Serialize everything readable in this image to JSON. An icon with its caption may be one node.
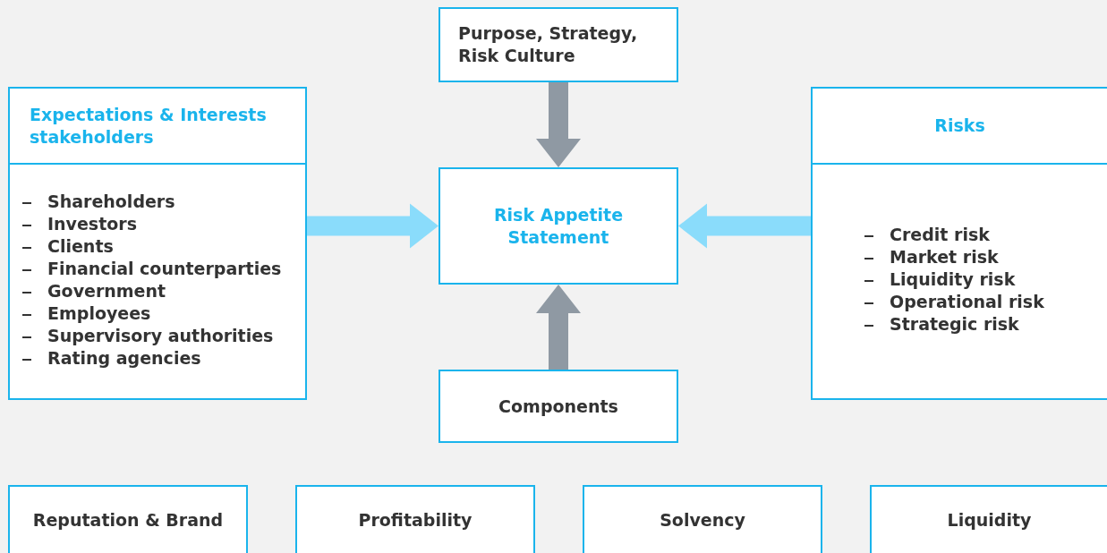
{
  "diagram": {
    "nodes": [
      {
        "text": [
          "Purpose, Strategy, Risk Culture"
        ]
      },
      {
        "text": [
          "Expectations & Interests stakeholders",
          "Shareholders",
          "Investors",
          "Clients",
          "Financial counterparties",
          "Government",
          "Employees",
          "Supervisory authorities",
          "Rating agencies"
        ]
      },
      {
        "text": [
          "Risk Appetite Statement"
        ]
      },
      {
        "text": [
          "Risks",
          "Credit risk",
          "Market risk",
          "Liquidity risk",
          "Operational risk",
          "Strategic risk"
        ]
      },
      {
        "text": [
          "Components"
        ]
      },
      {
        "text": [
          "Reputation & Brand"
        ]
      },
      {
        "text": [
          "Profitability"
        ]
      },
      {
        "text": [
          "Solvency"
        ]
      },
      {
        "text": [
          "Liquidity"
        ]
      }
    ],
    "edges": [
      {
        "from": 0,
        "to": 2,
        "arrow": "to",
        "color": "#8f99a3"
      },
      {
        "from": 1,
        "to": 2,
        "arrow": "to",
        "color": "#8adcfb"
      },
      {
        "from": 3,
        "to": 2,
        "arrow": "to",
        "color": "#8adcfb"
      },
      {
        "from": 4,
        "to": 2,
        "arrow": "to",
        "color": "#8f99a3"
      }
    ]
  }
}
